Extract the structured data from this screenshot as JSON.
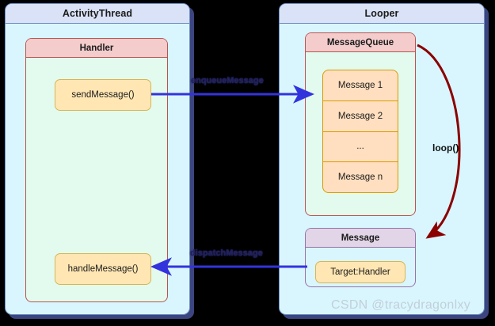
{
  "diagram": {
    "background_color": "#000000",
    "packages": [
      {
        "id": "activity-thread",
        "title": "ActivityThread",
        "header_color": "#dae2f7",
        "body_color": "#d9f6ff",
        "border_color": "#6c8ebf"
      },
      {
        "id": "looper",
        "title": "Looper",
        "header_color": "#dae2f7",
        "body_color": "#d9f6ff",
        "border_color": "#6c8ebf"
      }
    ],
    "classes": [
      {
        "id": "handler",
        "title": "Handler",
        "header_color": "#f4cccc",
        "body_color": "#e3fbee",
        "border_color": "#b85450"
      },
      {
        "id": "message-queue",
        "title": "MessageQueue",
        "header_color": "#f4cccc",
        "body_color": "#e3fbee",
        "border_color": "#b85450"
      },
      {
        "id": "message",
        "title": "Message",
        "header_color": "#e1d5e7",
        "body_color": "#d9f6ff",
        "border_color": "#9673a6"
      }
    ],
    "methods": [
      {
        "id": "send-message",
        "label": "sendMessage()"
      },
      {
        "id": "handle-message",
        "label": "handleMessage()"
      },
      {
        "id": "target-handler",
        "label": "Target:Handler"
      }
    ],
    "message_queue_items": [
      "Message 1",
      "Message 2",
      "...",
      "Message n"
    ],
    "edges": [
      {
        "id": "enqueue-message",
        "label": "enqueueMessage",
        "color": "#3333dd",
        "direction": "right"
      },
      {
        "id": "dispatch-message",
        "label": "dispatchMessage",
        "color": "#3333dd",
        "direction": "left"
      },
      {
        "id": "loop",
        "label": "loop()",
        "color": "#8b0000",
        "direction": "curved-down"
      }
    ],
    "watermark": "CSDN @tracydragonlxy"
  }
}
